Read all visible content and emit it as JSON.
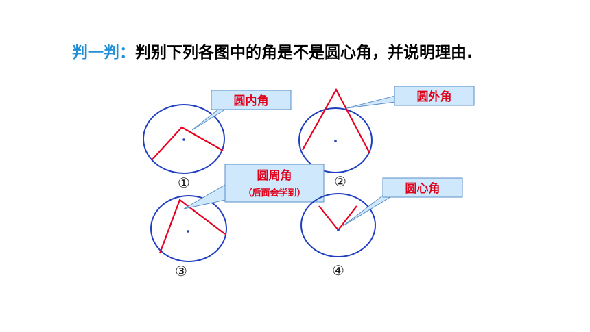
{
  "title": {
    "lead": "判一判：",
    "body": "判别下列各图中的角是不是圆心角，并说明理由."
  },
  "figures": [
    {
      "number": "①",
      "callout": "圆内角",
      "callout_sub": ""
    },
    {
      "number": "②",
      "callout": "圆外角",
      "callout_sub": ""
    },
    {
      "number": "③",
      "callout": "圆周角",
      "callout_sub": "（后面会学到）"
    },
    {
      "number": "④",
      "callout": "圆心角",
      "callout_sub": ""
    }
  ],
  "colors": {
    "circle": "#1f3fc0",
    "angle": "#e8001f",
    "callout_fill": "#cfe8fb",
    "callout_stroke": "#5a8fc8",
    "title_lead": "#1f8fd6"
  }
}
